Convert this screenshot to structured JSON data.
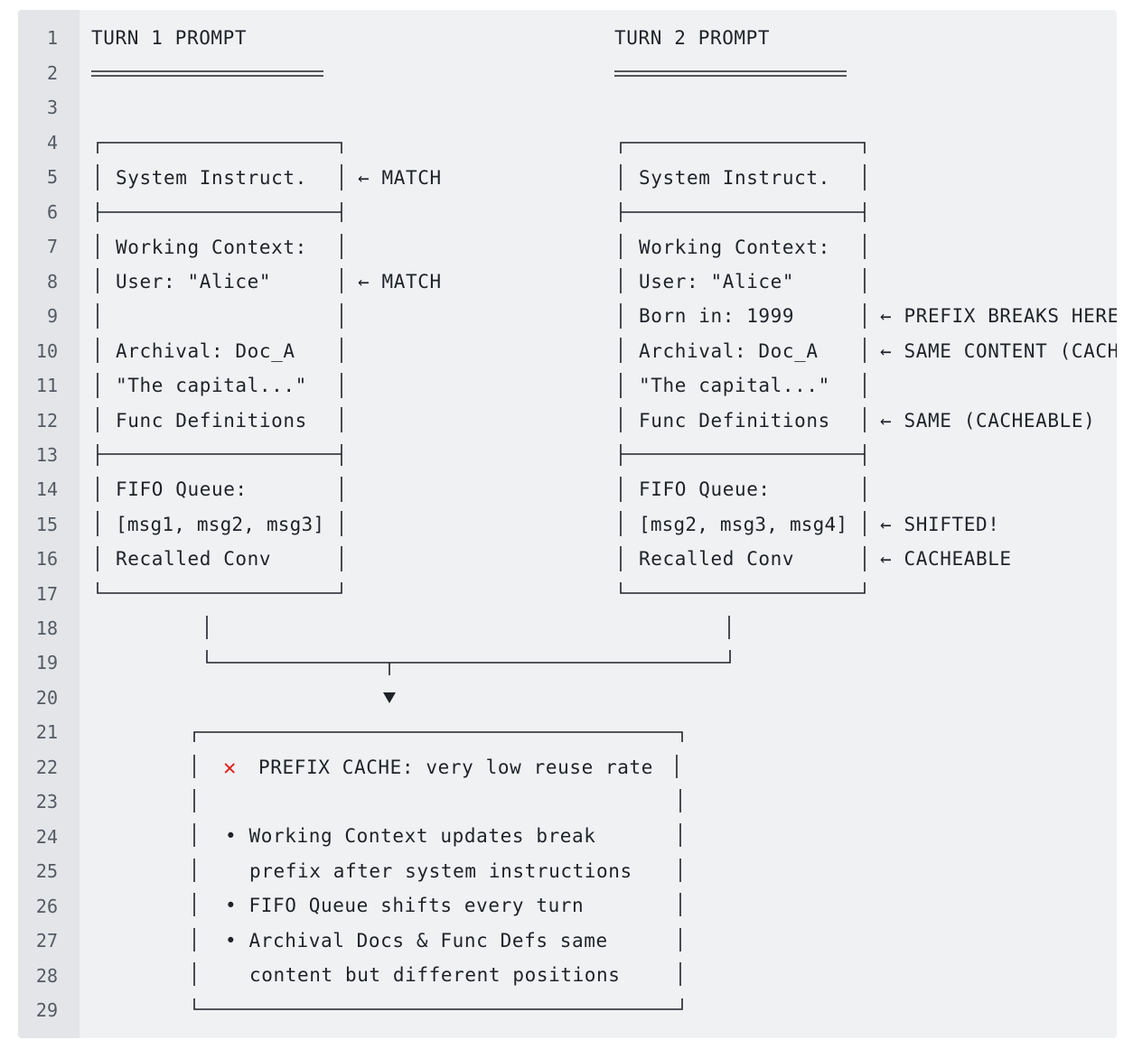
{
  "line_numbers": [
    "1",
    "2",
    "3",
    "4",
    "5",
    "6",
    "7",
    "8",
    "9",
    "10",
    "11",
    "12",
    "13",
    "14",
    "15",
    "16",
    "17",
    "18",
    "19",
    "20",
    "21",
    "22",
    "23",
    "24",
    "25",
    "26",
    "27",
    "28",
    "29"
  ],
  "turn1": {
    "title": "TURN 1 PROMPT",
    "system": "System Instruct.",
    "working_context": "Working Context:",
    "user": "User: \"Alice\"",
    "archival": "Archival: Doc_A",
    "capital": "\"The capital...\"",
    "func_defs": "Func Definitions",
    "fifo": "FIFO Queue:",
    "msgs": "[msg1, msg2, msg3]",
    "recalled": "Recalled Conv"
  },
  "turn2": {
    "title": "TURN 2 PROMPT",
    "system": "System Instruct.",
    "working_context": "Working Context:",
    "user": "User: \"Alice\"",
    "born": "Born in: 1999",
    "archival": "Archival: Doc_A",
    "capital": "\"The capital...\"",
    "func_defs": "Func Definitions",
    "fifo": "FIFO Queue:",
    "msgs": "[msg2, msg3, msg4]",
    "recalled": "Recalled Conv"
  },
  "annotations": {
    "match_system": "← MATCH",
    "match_user": "← MATCH",
    "prefix_breaks": "← PREFIX BREAKS HERE",
    "same_content": "← SAME CONTENT (CACHEABLE)",
    "same_cacheable": "← SAME (CACHEABLE)",
    "shifted": "← SHIFTED!",
    "cacheable": "← CACHEABLE"
  },
  "result": {
    "icon": "red-x-icon",
    "icon_glyph": "✕",
    "title": "PREFIX CACHE: very low reuse rate",
    "bullet1_line1": "• Working Context updates break",
    "bullet1_line2": "prefix after system instructions",
    "bullet2": "• FIFO Queue shifts every turn",
    "bullet3_line1": "• Archival Docs & Func Defs same",
    "bullet3_line2": "content but different positions"
  },
  "colors": {
    "background": "#f0f1f3",
    "gutter": "#e3e5e8",
    "text": "#1f2328",
    "error_red": "#e0201b"
  }
}
